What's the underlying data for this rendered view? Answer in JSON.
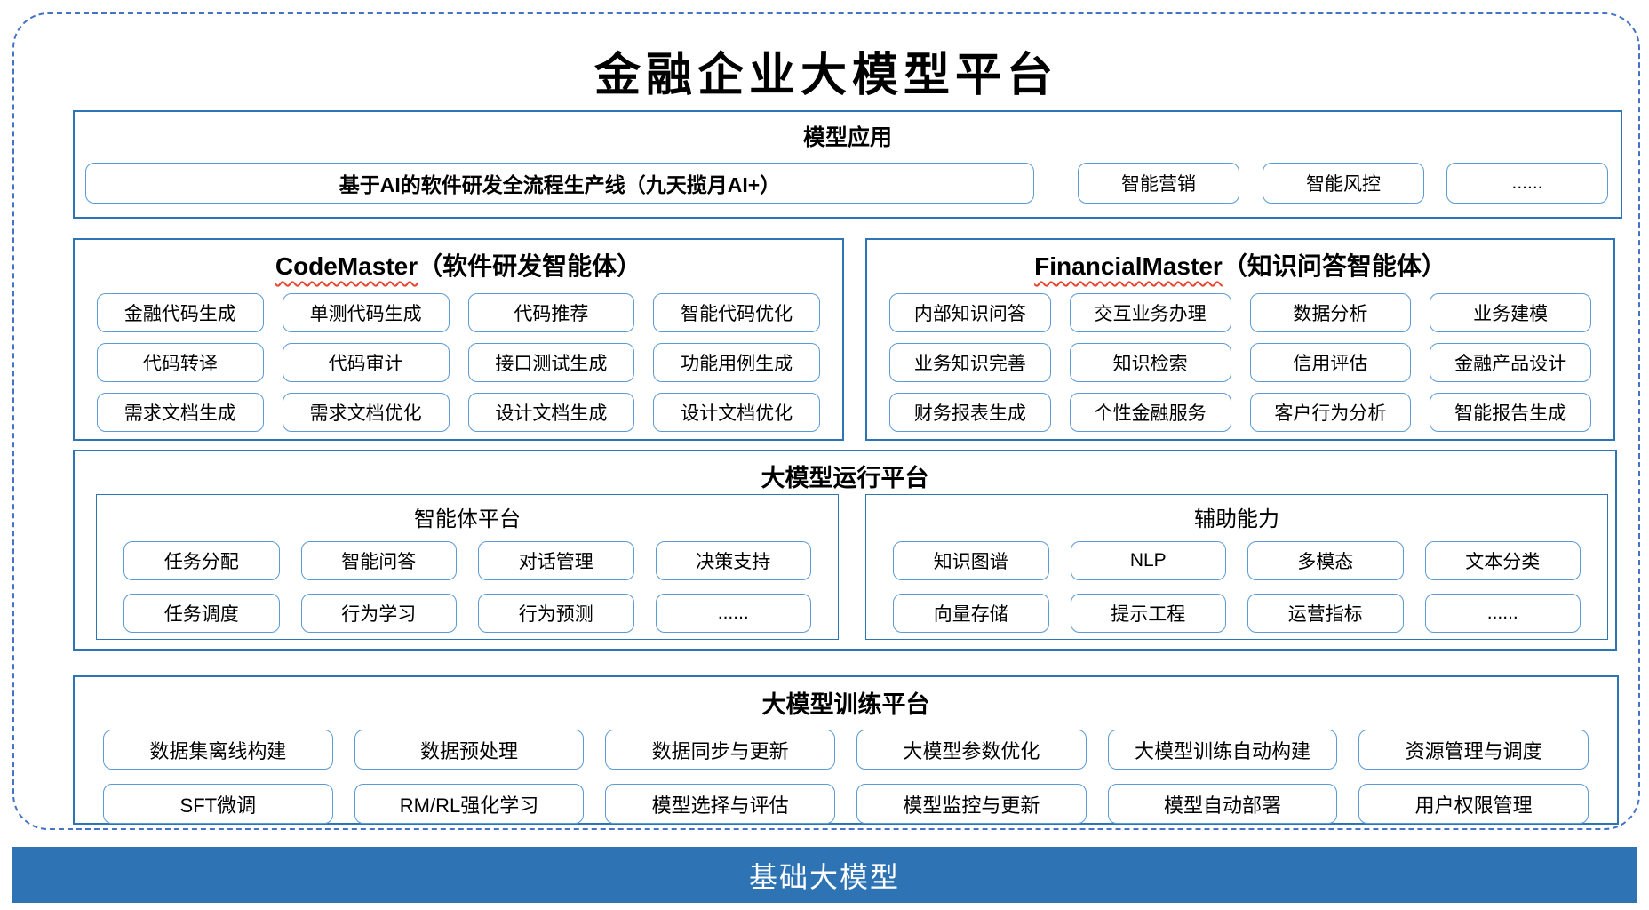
{
  "title": "金融企业大模型平台",
  "colors": {
    "frame_dash": "#4472C4",
    "section_border": "#2E75B6",
    "box_border": "#5B9BD5",
    "foundation_bg": "#2E74B5",
    "squiggle_red": "#E8442E",
    "text": "#000000",
    "foundation_text": "#FFFFFF"
  },
  "model_app": {
    "title": "模型应用",
    "main_box": "基于AI的软件研发全流程生产线（九天揽月AI+）",
    "boxes": [
      "智能营销",
      "智能风控",
      "......"
    ]
  },
  "code_master": {
    "title_en": "CodeMaster",
    "title_zh": "（软件研发智能体）",
    "boxes": [
      "金融代码生成",
      "单测代码生成",
      "代码推荐",
      "智能代码优化",
      "代码转译",
      "代码审计",
      "接口测试生成",
      "功能用例生成",
      "需求文档生成",
      "需求文档优化",
      "设计文档生成",
      "设计文档优化"
    ]
  },
  "financial_master": {
    "title_en": "FinancialMaster",
    "title_zh": "（知识问答智能体）",
    "boxes": [
      "内部知识问答",
      "交互业务办理",
      "数据分析",
      "业务建模",
      "业务知识完善",
      "知识检索",
      "信用评估",
      "金融产品设计",
      "财务报表生成",
      "个性金融服务",
      "客户行为分析",
      "智能报告生成"
    ]
  },
  "runtime": {
    "title": "大模型运行平台",
    "agent_platform": {
      "title": "智能体平台",
      "boxes": [
        "任务分配",
        "智能问答",
        "对话管理",
        "决策支持",
        "任务调度",
        "行为学习",
        "行为预测",
        "......"
      ]
    },
    "aux": {
      "title": "辅助能力",
      "boxes": [
        "知识图谱",
        "NLP",
        "多模态",
        "文本分类",
        "向量存储",
        "提示工程",
        "运营指标",
        "......"
      ]
    }
  },
  "training": {
    "title": "大模型训练平台",
    "boxes": [
      "数据集离线构建",
      "数据预处理",
      "数据同步与更新",
      "大模型参数优化",
      "大模型训练自动构建",
      "资源管理与调度",
      "SFT微调",
      "RM/RL强化学习",
      "模型选择与评估",
      "模型监控与更新",
      "模型自动部署",
      "用户权限管理"
    ]
  },
  "foundation": {
    "title": "基础大模型"
  }
}
